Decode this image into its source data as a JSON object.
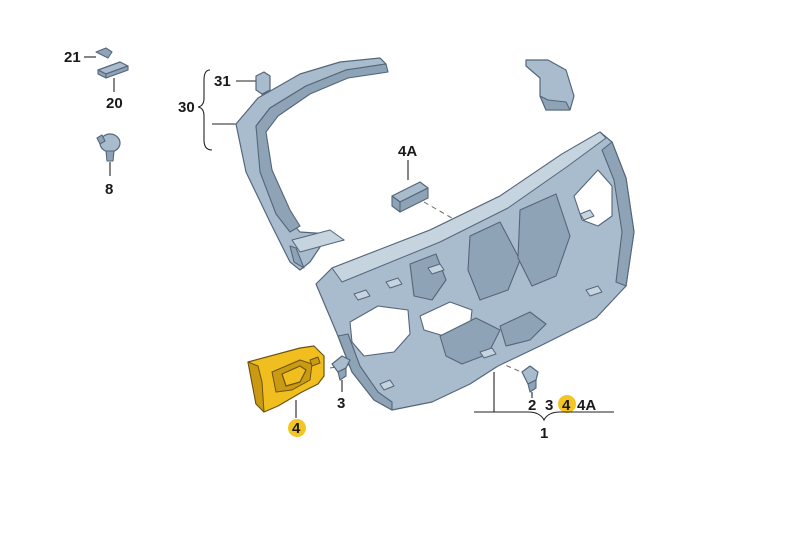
{
  "labels": {
    "l21": "21",
    "l20": "20",
    "l8": "8",
    "l31": "31",
    "l30": "30",
    "l4a_top": "4A",
    "l3": "3",
    "l4_left": "4",
    "l2": "2",
    "l3_group": "3",
    "l4_group": "4",
    "l4a_group": "4A",
    "l1": "1"
  },
  "colors": {
    "part_fill": "#a9bccd",
    "highlight": "#f3c623",
    "highlighted_part": "#f0bf1f"
  }
}
